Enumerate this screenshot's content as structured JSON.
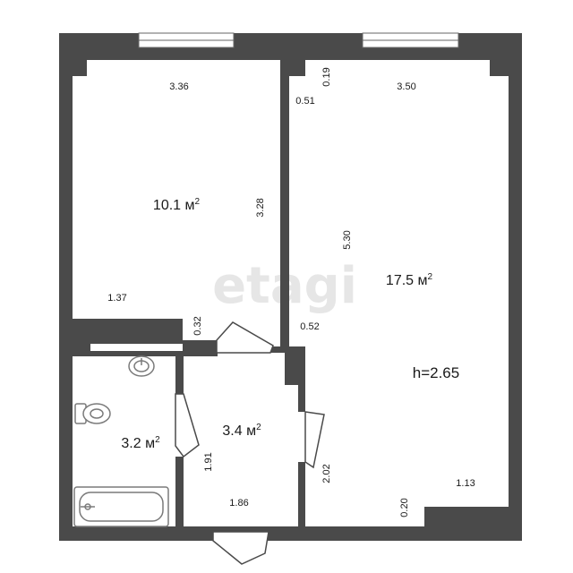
{
  "colors": {
    "wall": "#4a4a4a",
    "window": "#ffffff",
    "fixture": "#7a7a7a"
  },
  "watermark": "etagi",
  "ceiling_height": "h=2.65",
  "rooms": [
    {
      "id": "bedroom",
      "area": "10.1 м",
      "unit_sup": "2"
    },
    {
      "id": "living-room",
      "area": "17.5 м",
      "unit_sup": "2"
    },
    {
      "id": "hallway",
      "area": "3.4 м",
      "unit_sup": "2"
    },
    {
      "id": "bathroom",
      "area": "3.2 м",
      "unit_sup": "2"
    }
  ],
  "dimensions": {
    "bedroom_width": "3.36",
    "bedroom_depth": "3.28",
    "bedroom_ledge": "1.37",
    "bedroom_door_offset": "0.32",
    "living_width": "3.50",
    "living_top_offset": "0.19",
    "living_left_offset": "0.51",
    "living_depth": "5.30",
    "living_pier": "0.52",
    "living_lower": "2.02",
    "living_bottom_offset": "0.20",
    "living_bottom_ledge": "1.13",
    "hall_depth": "1.91",
    "hall_width": "1.86"
  }
}
